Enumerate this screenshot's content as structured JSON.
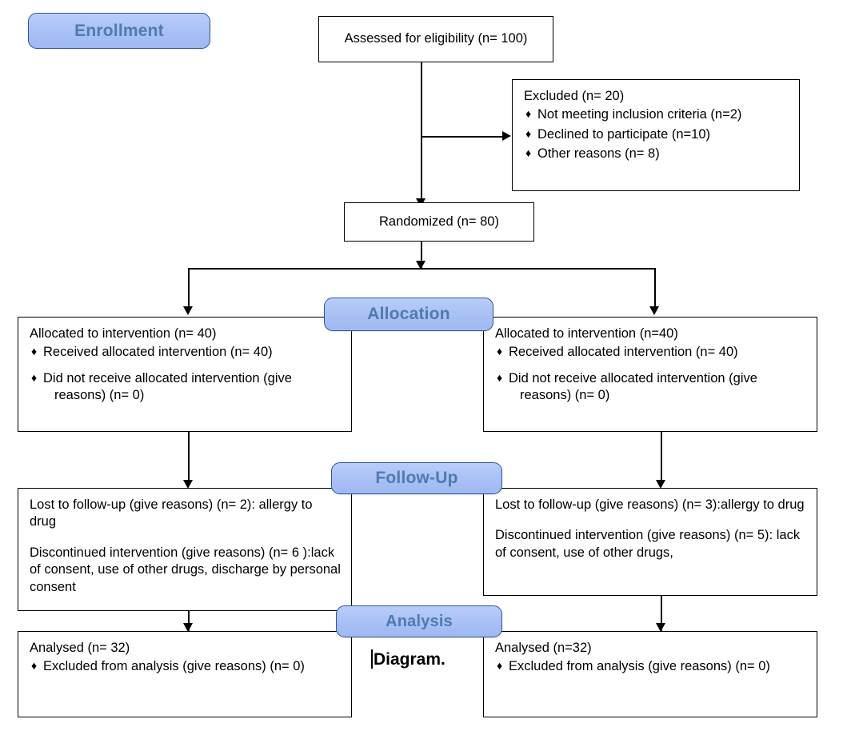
{
  "stages": {
    "enrollment": "Enrollment",
    "allocation": "Allocation",
    "followup": "Follow-Up",
    "analysis": "Analysis"
  },
  "caption": "Diagram.",
  "colors": {
    "badge_fill": "#A9C2F6",
    "badge_border": "#2F5496",
    "badge_text": "#4F7AB0",
    "box_border": "#000000",
    "box_fill": "#FFFFFF",
    "connector": "#000000"
  },
  "nodes": {
    "assessed": {
      "title": "Assessed for eligibility (n= 100)"
    },
    "excluded": {
      "title": "Excluded (n= 20)",
      "bullets": [
        "Not meeting inclusion criteria (n=2)",
        "Declined to participate (n=10)",
        "Other reasons (n= 8)"
      ]
    },
    "randomized": {
      "title": "Randomized (n= 80)"
    },
    "alloc_left": {
      "title": "Allocated to intervention (n= 40)",
      "bullets": [
        "Received allocated intervention (n= 40)",
        "Did not receive allocated intervention (give"
      ],
      "bullet2_cont": "reasons) (n= 0)"
    },
    "alloc_right": {
      "title": "Allocated to intervention (n=40)",
      "bullets": [
        "Received allocated intervention (n= 40)",
        "Did not receive allocated intervention (give"
      ],
      "bullet2_cont": "reasons) (n= 0)"
    },
    "follow_left": {
      "line1": "Lost to follow-up (give reasons) (n= 2): allergy to drug",
      "line2": "Discontinued intervention (give reasons) (n= 6 ):lack of consent, use of other drugs, discharge by personal consent"
    },
    "follow_right": {
      "line1": "Lost to follow-up (give reasons) (n= 3):allergy to drug",
      "line2": "Discontinued intervention (give reasons) (n= 5): lack of consent, use of other drugs,"
    },
    "analysis_left": {
      "title": "Analysed (n= 32)",
      "bullets": [
        "Excluded from analysis (give reasons) (n= 0)"
      ]
    },
    "analysis_right": {
      "title": "Analysed (n=32)",
      "bullets": [
        "Excluded from analysis (give reasons) (n= 0)"
      ]
    }
  },
  "icons": {
    "bullet": "♦",
    "arrow_down": "arrow-down-icon",
    "arrow_right": "arrow-right-icon"
  }
}
